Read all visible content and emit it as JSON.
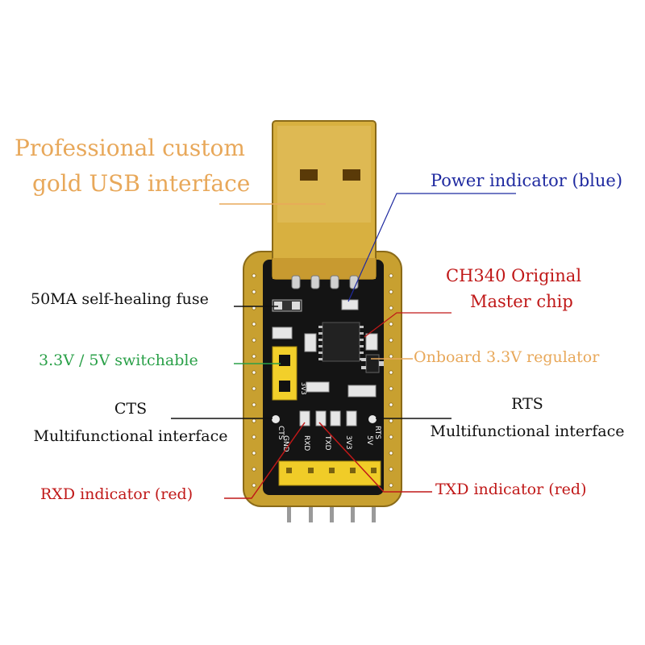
{
  "colors": {
    "orange": "#e8a85a",
    "blue": "#1f2aa0",
    "red": "#c01818",
    "green": "#2aa048",
    "black": "#111111",
    "gold": "#c8a030",
    "pcb": "#141414"
  },
  "labels": {
    "usb_interface": {
      "line1": "Professional custom",
      "line2": "gold USB interface"
    },
    "power_indicator": "Power indicator (blue)",
    "ch340": {
      "line1": "CH340 Original",
      "line2": "Master chip"
    },
    "fuse": "50MA self-healing fuse",
    "switch": "3.3V / 5V switchable",
    "regulator": "Onboard 3.3V regulator",
    "cts": {
      "line1": "CTS",
      "line2": "Multifunctional interface"
    },
    "rts": {
      "line1": "RTS",
      "line2": "Multifunctional interface"
    },
    "rxd_indicator": "RXD indicator (red)",
    "txd_indicator": "TXD indicator (red)"
  },
  "board_silkscreen": {
    "cts": "CTS",
    "rts": "RTS",
    "jumper": "3V3",
    "pins": [
      "GND",
      "RXD",
      "TXD",
      "3V3",
      "5V"
    ]
  }
}
